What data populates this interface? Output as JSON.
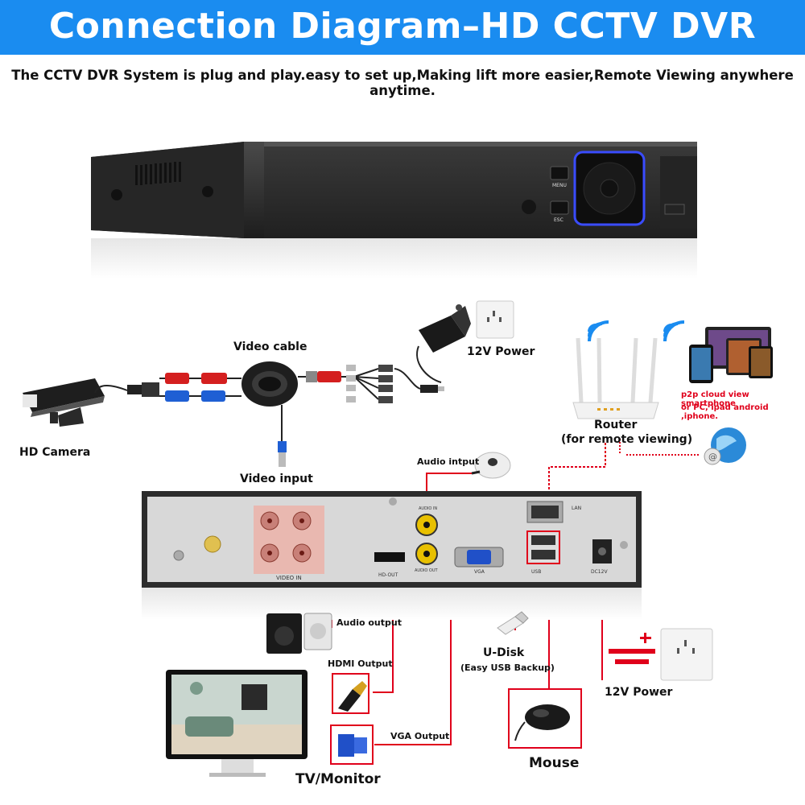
{
  "header": {
    "title": "Connection Diagram–HD CCTV DVR System",
    "subtitle": "The CCTV DVR System is plug and play.easy to set up,Making lift more easier,Remote Viewing anywhere anytime."
  },
  "dvr_front": {
    "menu_label": "MENU",
    "esc_label": "ESC"
  },
  "labels": {
    "video_cable": "Video cable",
    "power_top": "12V Power",
    "hd_camera": "HD Camera",
    "video_input": "Video input",
    "router": "Router",
    "router_sub": "(for remote viewing)",
    "p2p_line1": "p2p cloud  view smartphone",
    "p2p_line2": "or PC, ipad android ,iphone.",
    "audio_input": "Audio intput",
    "audio_output": "Audio output",
    "hdmi_output": "HDMI Output",
    "vga_output": "VGA Output",
    "udisk": "U-Disk",
    "udisk_sub": "(Easy USB Backup)",
    "mouse": "Mouse",
    "power_bottom": "12V Power",
    "tv_monitor": "TV/Monitor"
  },
  "dvr_back": {
    "video_in": "VIDEO IN",
    "hd_out": "HD-OUT",
    "audio_in": "AUDIO IN",
    "audio_out": "AUDIO OUT",
    "vga": "VGA",
    "lan": "LAN",
    "usb": "USB",
    "dc12v": "DC12V"
  },
  "colors": {
    "banner": "#1a8cf0",
    "wire_red": "#e0001b",
    "dvr_body": "#2b2b2b",
    "bnc_panel": "#e9b8b0",
    "bnc_connector_red": "#d41f1f",
    "bnc_connector_blue": "#1f5fd4"
  },
  "icons": [
    "camera-icon",
    "wifi-icon",
    "power-socket-icon",
    "power-adapter-icon",
    "speaker-icon",
    "mouse-icon",
    "usb-stick-icon",
    "globe-icon",
    "monitor-icon",
    "hdmi-plug-icon",
    "vga-plug-icon"
  ]
}
